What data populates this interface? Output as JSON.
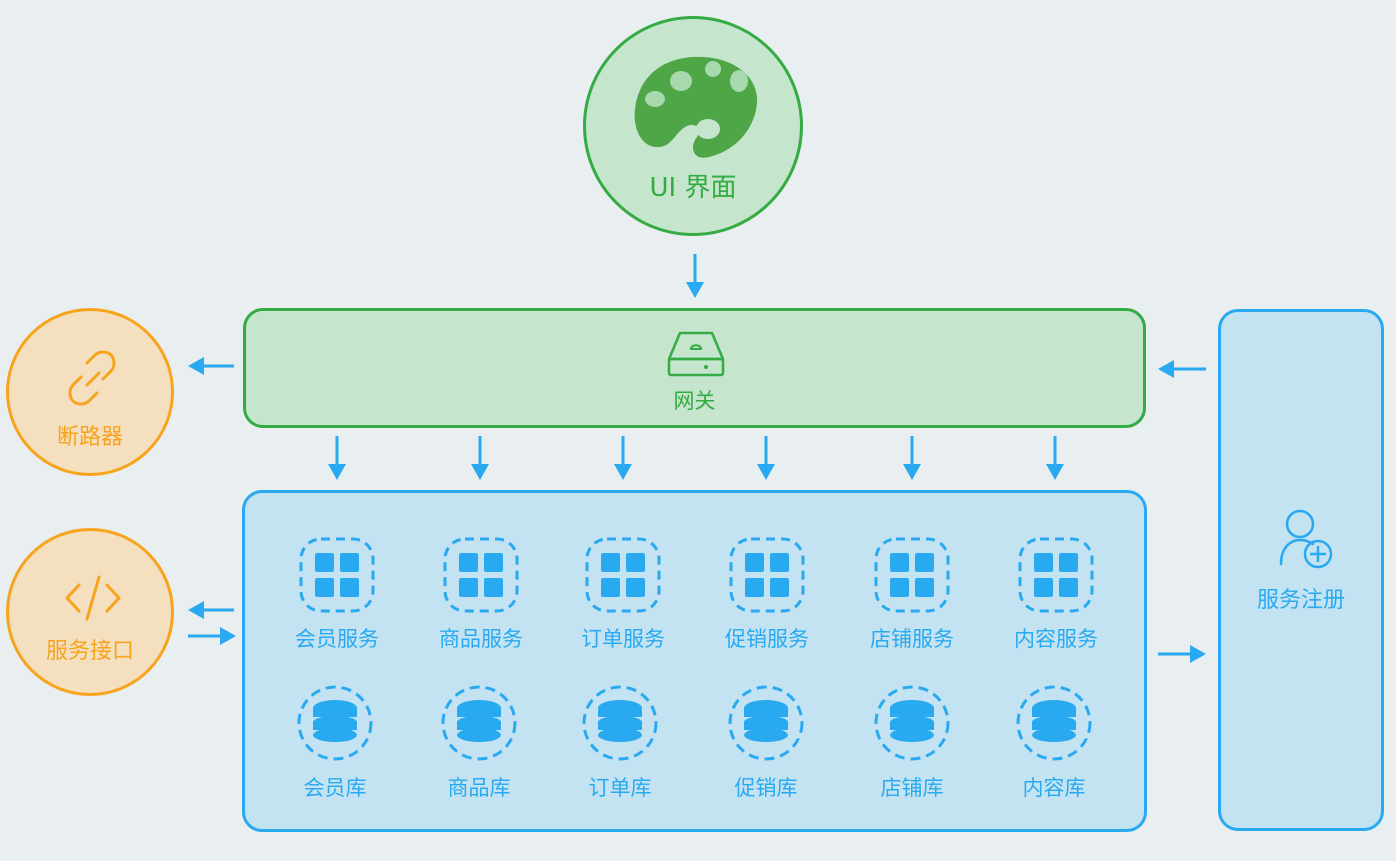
{
  "ui": {
    "label": "UI 界面"
  },
  "gateway": {
    "label": "网关"
  },
  "breaker": {
    "label": "断路器"
  },
  "api": {
    "label": "服务接口"
  },
  "registry": {
    "label": "服务注册"
  },
  "services": [
    {
      "label": "会员服务"
    },
    {
      "label": "商品服务"
    },
    {
      "label": "订单服务"
    },
    {
      "label": "促销服务"
    },
    {
      "label": "店铺服务"
    },
    {
      "label": "内容服务"
    }
  ],
  "databases": [
    {
      "label": "会员库"
    },
    {
      "label": "商品库"
    },
    {
      "label": "订单库"
    },
    {
      "label": "促销库"
    },
    {
      "label": "店铺库"
    },
    {
      "label": "内容库"
    }
  ],
  "colors": {
    "green": "#35ab44",
    "green_fill": "#c5e5cc",
    "blue": "#29aaf0",
    "blue_fill": "#c3e3f2",
    "orange": "#f7a41c",
    "orange_fill": "#f4dfbf",
    "background": "#e9eef1"
  },
  "icons": {
    "ui": "palette-icon",
    "gateway": "server-drive-icon",
    "breaker": "broken-link-icon",
    "api": "code-icon",
    "registry": "user-add-icon",
    "service": "grid-app-icon",
    "database": "database-icon"
  }
}
